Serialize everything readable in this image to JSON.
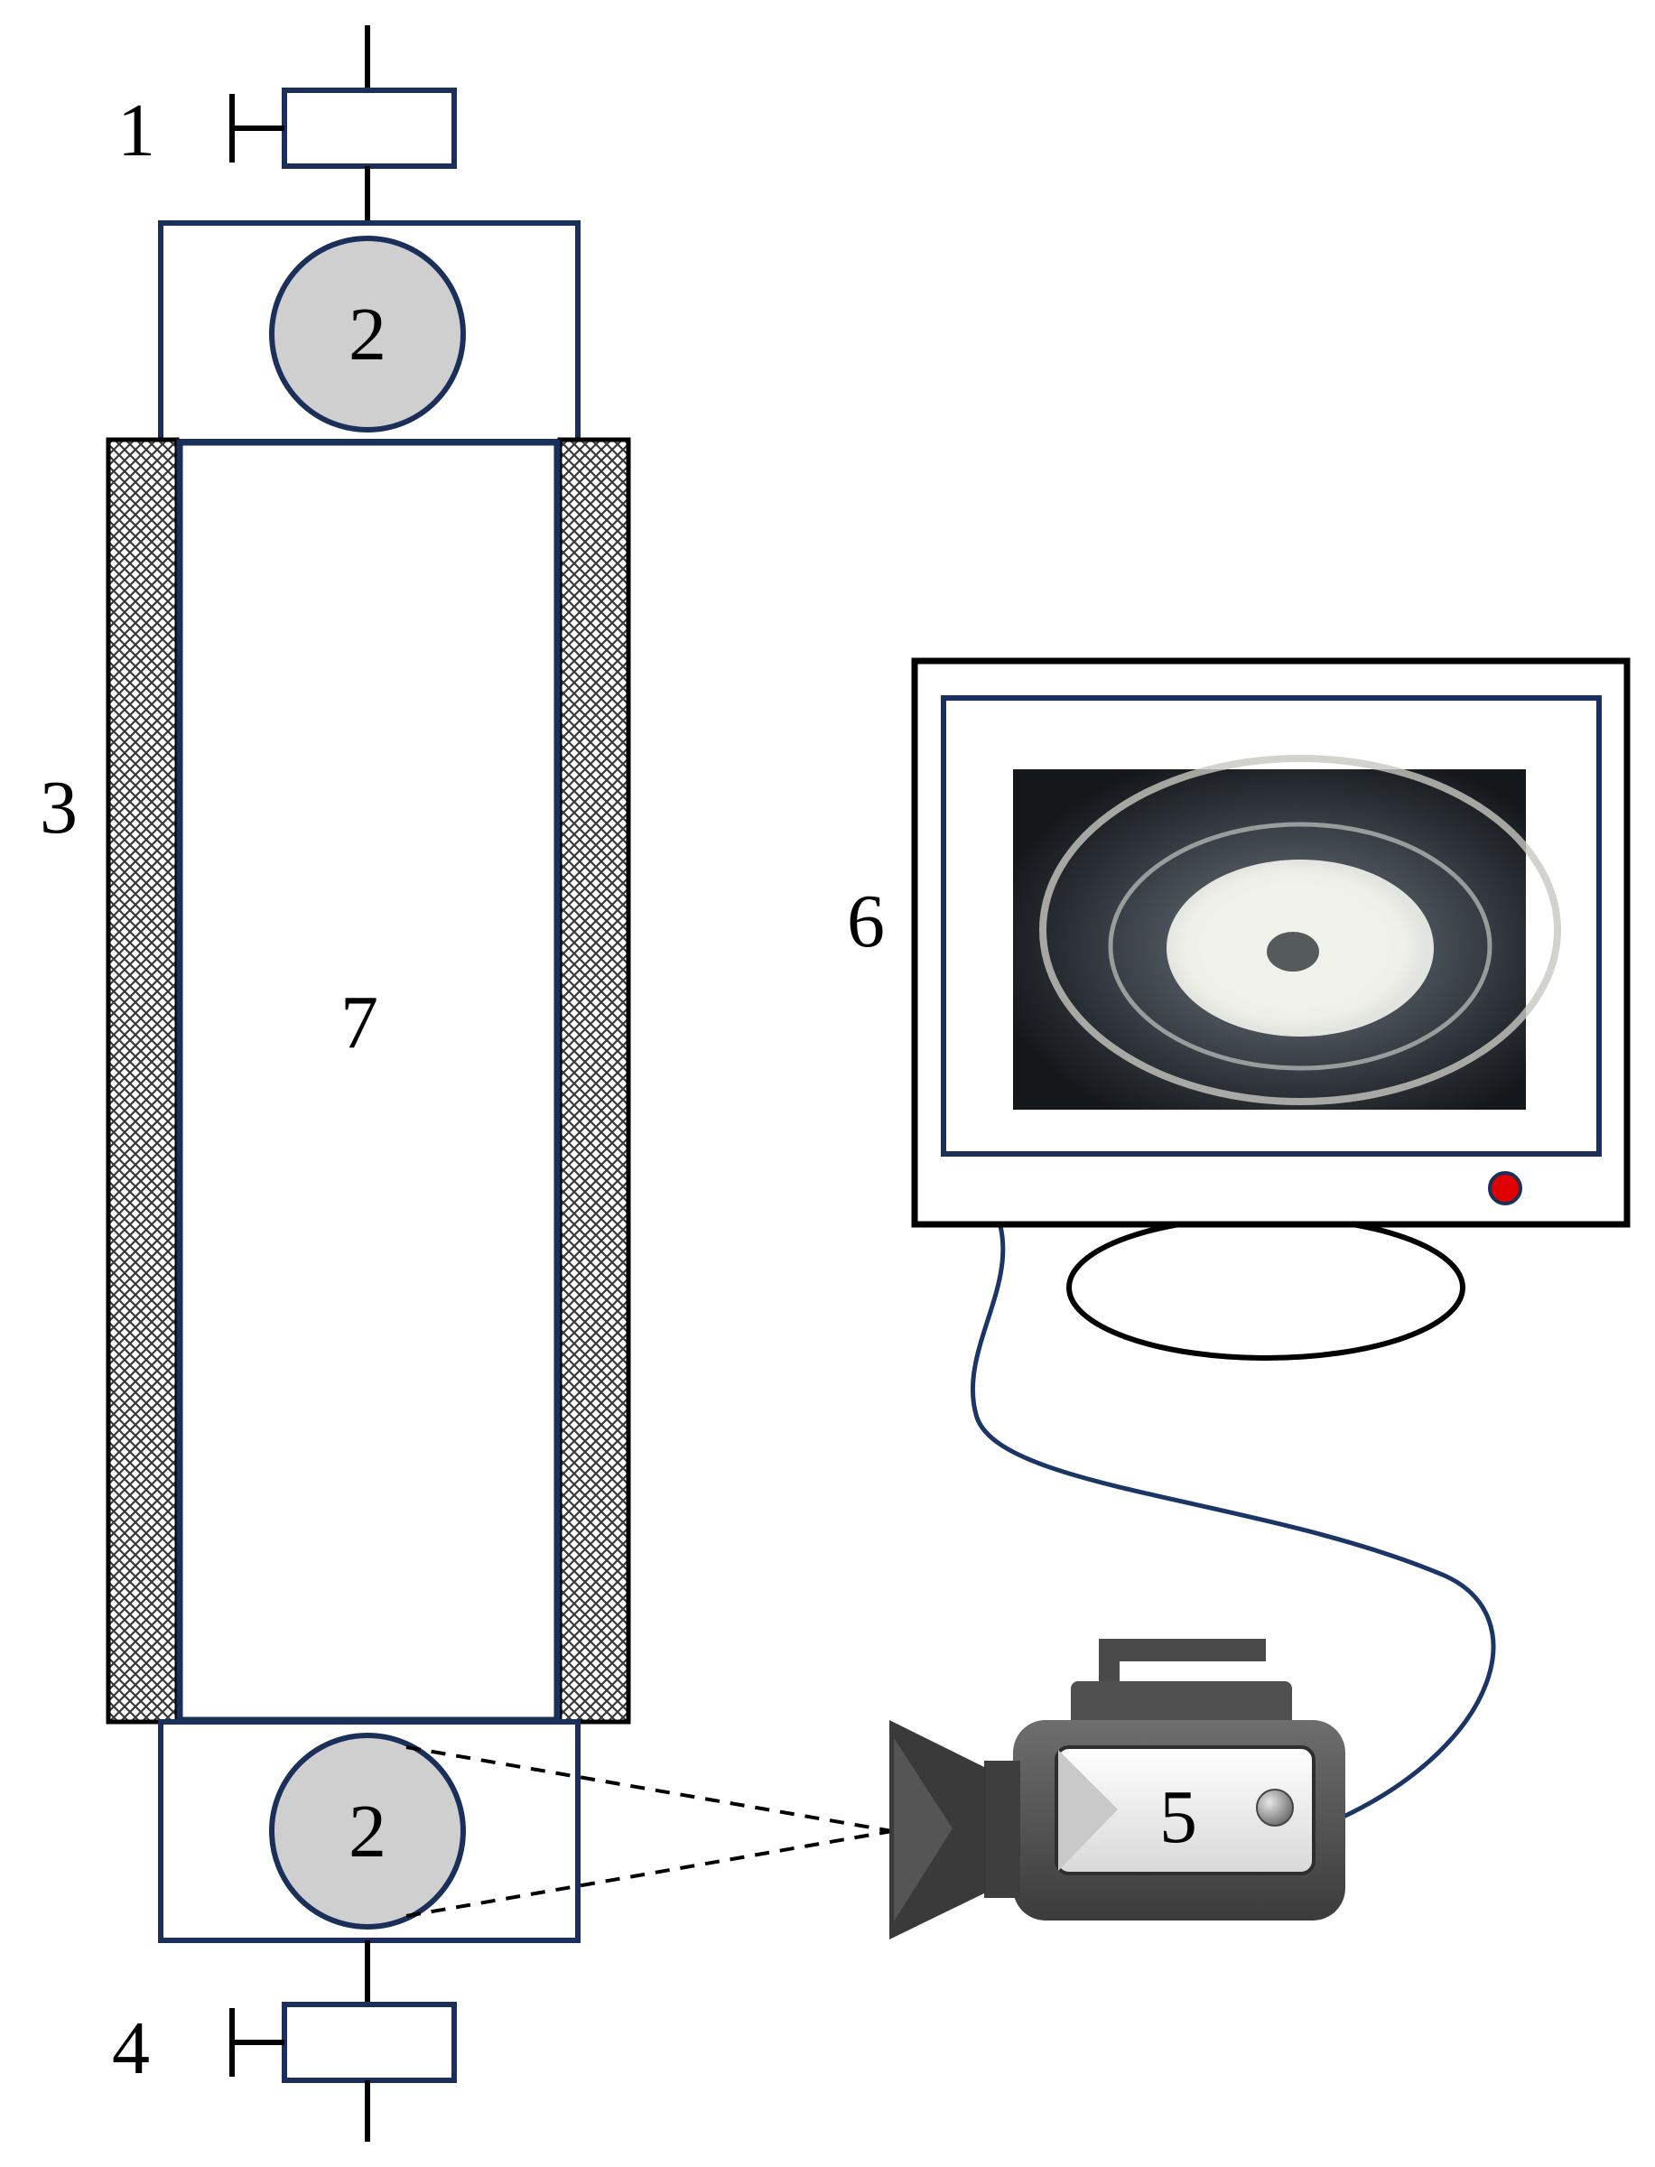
{
  "labels": {
    "valve_top": "1",
    "window_top": "2",
    "heater": "3",
    "valve_bottom": "4",
    "camera": "5",
    "monitor": "6",
    "chamber": "7",
    "window_bottom": "2"
  },
  "colors": {
    "outline_navy": "#1a2f5a",
    "window_fill": "#cfcfcf",
    "cable": "#1a3566",
    "indicator_red": "#e00000",
    "camera_body": "#5a5a5a"
  }
}
